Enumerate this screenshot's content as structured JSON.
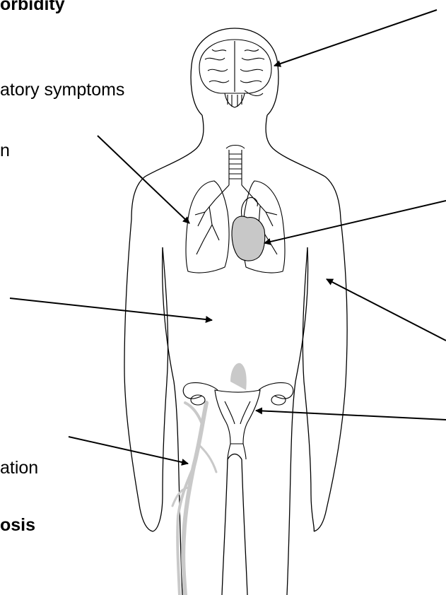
{
  "labels": {
    "morbidity": "orbidity",
    "respiratory": "atory symptoms",
    "fragment_n": "n",
    "inflammation": "ation",
    "thrombosis": "osis"
  },
  "organs": [
    "brain-icon",
    "lungs-icon",
    "heart-icon",
    "abdomen-region",
    "uterus-ovaries-icon",
    "leg-veins-icon"
  ],
  "colors": {
    "line": "#000000",
    "heart_fill": "#c8c8c8",
    "veins_fill": "#c9c9c9"
  }
}
